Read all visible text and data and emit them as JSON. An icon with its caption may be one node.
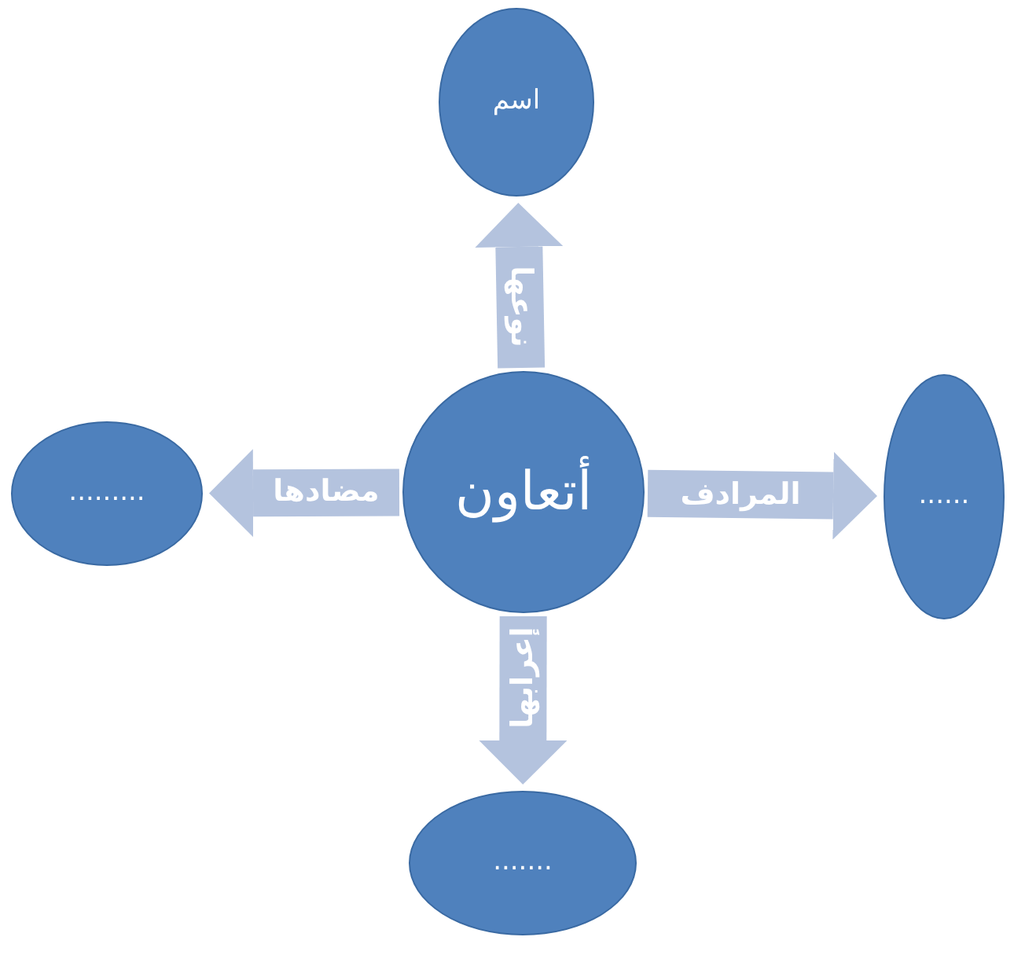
{
  "diagram": {
    "nodes": [
      {
        "text": [
          "أتعاون"
        ]
      },
      {
        "text": [
          "اسم"
        ]
      },
      {
        "text": [
          "......"
        ]
      },
      {
        "text": [
          "......."
        ]
      },
      {
        "text": [
          "........."
        ]
      }
    ],
    "edges": [
      {
        "from": 0,
        "to": 1,
        "arrow": "to",
        "label": "نوعها"
      },
      {
        "from": 0,
        "to": 2,
        "arrow": "to",
        "label": "المرادف"
      },
      {
        "from": 0,
        "to": 3,
        "arrow": "to",
        "label": "إعرابها"
      },
      {
        "from": 0,
        "to": 4,
        "arrow": "to",
        "label": "مضادها"
      }
    ]
  }
}
